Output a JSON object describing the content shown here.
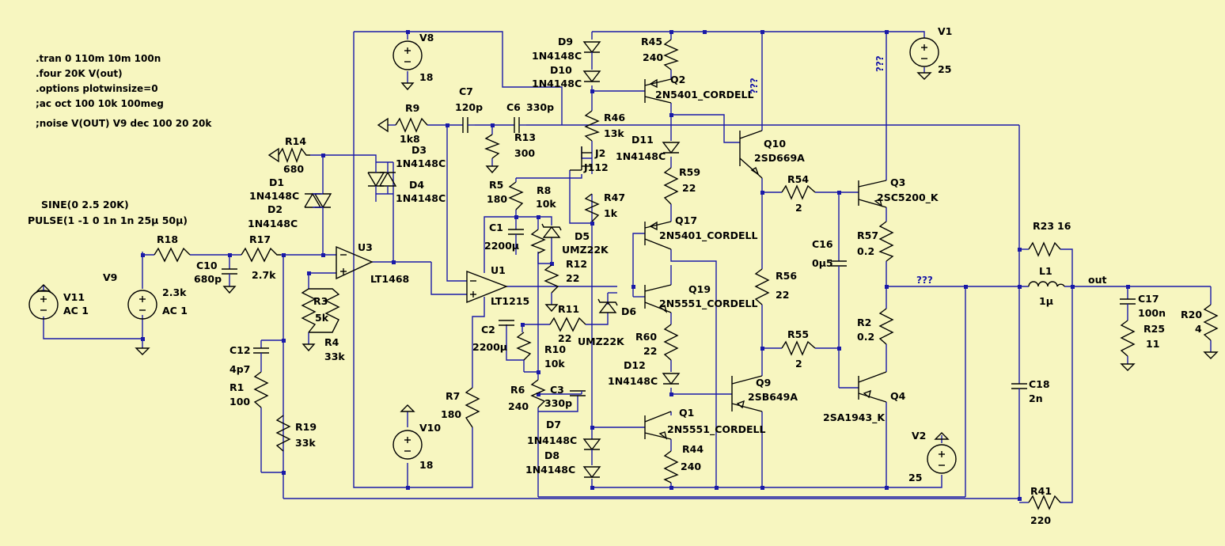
{
  "directives": [
    ".tran 0 110m 10m 100n",
    ".four 20K V(out)",
    ".options plotwinsize=0",
    ";ac oct 100 10k 100meg",
    ";noise V(OUT) V9 dec 100 20 20k"
  ],
  "sources": {
    "v9_sine": "SINE(0 2.5 20K)",
    "v9_pulse": "PULSE(1 -1 0 1n 1n 25μ 50μ)",
    "v9_name": "V9",
    "v9_ac": "AC 1",
    "v11_name": "V11",
    "v11_ac": "AC 1",
    "v8_name": "V8",
    "v8_val": "18",
    "v10_name": "V10",
    "v10_val": "18",
    "v1_name": "V1",
    "v1_val": "25",
    "v2_name": "V2",
    "v2_val": "25"
  },
  "netlabels": {
    "unknown": "???",
    "out": "out"
  },
  "components": {
    "R18": {
      "name": "R18",
      "val": "2.3k"
    },
    "C10": {
      "name": "C10",
      "val": "680p"
    },
    "R17": {
      "name": "R17",
      "val": "2.7k"
    },
    "R14": {
      "name": "R14",
      "val": "680"
    },
    "D1": {
      "name": "D1",
      "val": "1N4148C"
    },
    "D2": {
      "name": "D2",
      "val": "1N4148C"
    },
    "D3": {
      "name": "D3",
      "val": "1N4148C"
    },
    "D4": {
      "name": "D4",
      "val": "1N4148C"
    },
    "U3": {
      "name": "U3",
      "val": "LT1468"
    },
    "U1": {
      "name": "U1",
      "val": "LT1215"
    },
    "R3": {
      "name": "R3",
      "val": "5k"
    },
    "R4": {
      "name": "R4",
      "val": "33k"
    },
    "C12": {
      "name": "C12",
      "val": "4p7"
    },
    "R1": {
      "name": "R1",
      "val": "100"
    },
    "R19": {
      "name": "R19",
      "val": "33k"
    },
    "R9": {
      "name": "R9",
      "val": "1k8"
    },
    "C7": {
      "name": "C7",
      "val": "120p"
    },
    "C6": {
      "name": "C6",
      "val": "330p"
    },
    "R13": {
      "name": "R13",
      "val": "300"
    },
    "R5": {
      "name": "R5",
      "val": "180"
    },
    "R8": {
      "name": "R8",
      "val": "10k"
    },
    "C1": {
      "name": "C1",
      "val": "2200μ"
    },
    "D5": {
      "name": "D5",
      "val": "UMZ22K"
    },
    "R12": {
      "name": "R12",
      "val": "22"
    },
    "R11": {
      "name": "R11",
      "val": "22"
    },
    "D6": {
      "name": "D6",
      "val": "UMZ22K"
    },
    "C2": {
      "name": "C2",
      "val": "2200μ"
    },
    "R10": {
      "name": "R10",
      "val": "10k"
    },
    "R6": {
      "name": "R6",
      "val": "240"
    },
    "C3": {
      "name": "C3",
      "val": "330p"
    },
    "R7": {
      "name": "R7",
      "val": "180"
    },
    "D7": {
      "name": "D7",
      "val": "1N4148C"
    },
    "D8": {
      "name": "D8",
      "val": "1N4148C"
    },
    "D9": {
      "name": "D9",
      "val": "1N4148C"
    },
    "D10": {
      "name": "D10",
      "val": "1N4148C"
    },
    "R45": {
      "name": "R45",
      "val": "240"
    },
    "Q2": {
      "name": "Q2",
      "val": "2N5401_CORDELL"
    },
    "R46": {
      "name": "R46",
      "val": "13k"
    },
    "D11": {
      "name": "D11",
      "val": "1N4148C"
    },
    "J2": {
      "name": "J2",
      "val": "J112"
    },
    "R47": {
      "name": "R47",
      "val": "1k"
    },
    "R59": {
      "name": "R59",
      "val": "22"
    },
    "Q17": {
      "name": "Q17",
      "val": "2N5401_CORDELL"
    },
    "Q19": {
      "name": "Q19",
      "val": "2N5551_CORDELL"
    },
    "R60": {
      "name": "R60",
      "val": "22"
    },
    "D12": {
      "name": "D12",
      "val": "1N4148C"
    },
    "Q1": {
      "name": "Q1",
      "val": "2N5551_CORDELL"
    },
    "R44": {
      "name": "R44",
      "val": "240"
    },
    "Q10": {
      "name": "Q10",
      "val": "2SD669A"
    },
    "Q9": {
      "name": "Q9",
      "val": "2SB649A"
    },
    "R54": {
      "name": "R54",
      "val": "2"
    },
    "R55": {
      "name": "R55",
      "val": "2"
    },
    "R56": {
      "name": "R56",
      "val": "22"
    },
    "C16": {
      "name": "C16",
      "val": "0μ5"
    },
    "Q3": {
      "name": "Q3",
      "val": "2SC5200_K"
    },
    "Q4": {
      "name": "Q4",
      "val": "2SA1943_K"
    },
    "R57": {
      "name": "R57",
      "val": "0.2"
    },
    "R2": {
      "name": "R2",
      "val": "0.2"
    },
    "R23": {
      "name": "R23",
      "val": "16"
    },
    "L1": {
      "name": "L1",
      "val": "1μ"
    },
    "C18": {
      "name": "C18",
      "val": "2n"
    },
    "R41": {
      "name": "R41",
      "val": "220"
    },
    "C17": {
      "name": "C17",
      "val": "100n"
    },
    "R25": {
      "name": "R25",
      "val": "11"
    },
    "R20": {
      "name": "R20",
      "val": "4"
    }
  }
}
